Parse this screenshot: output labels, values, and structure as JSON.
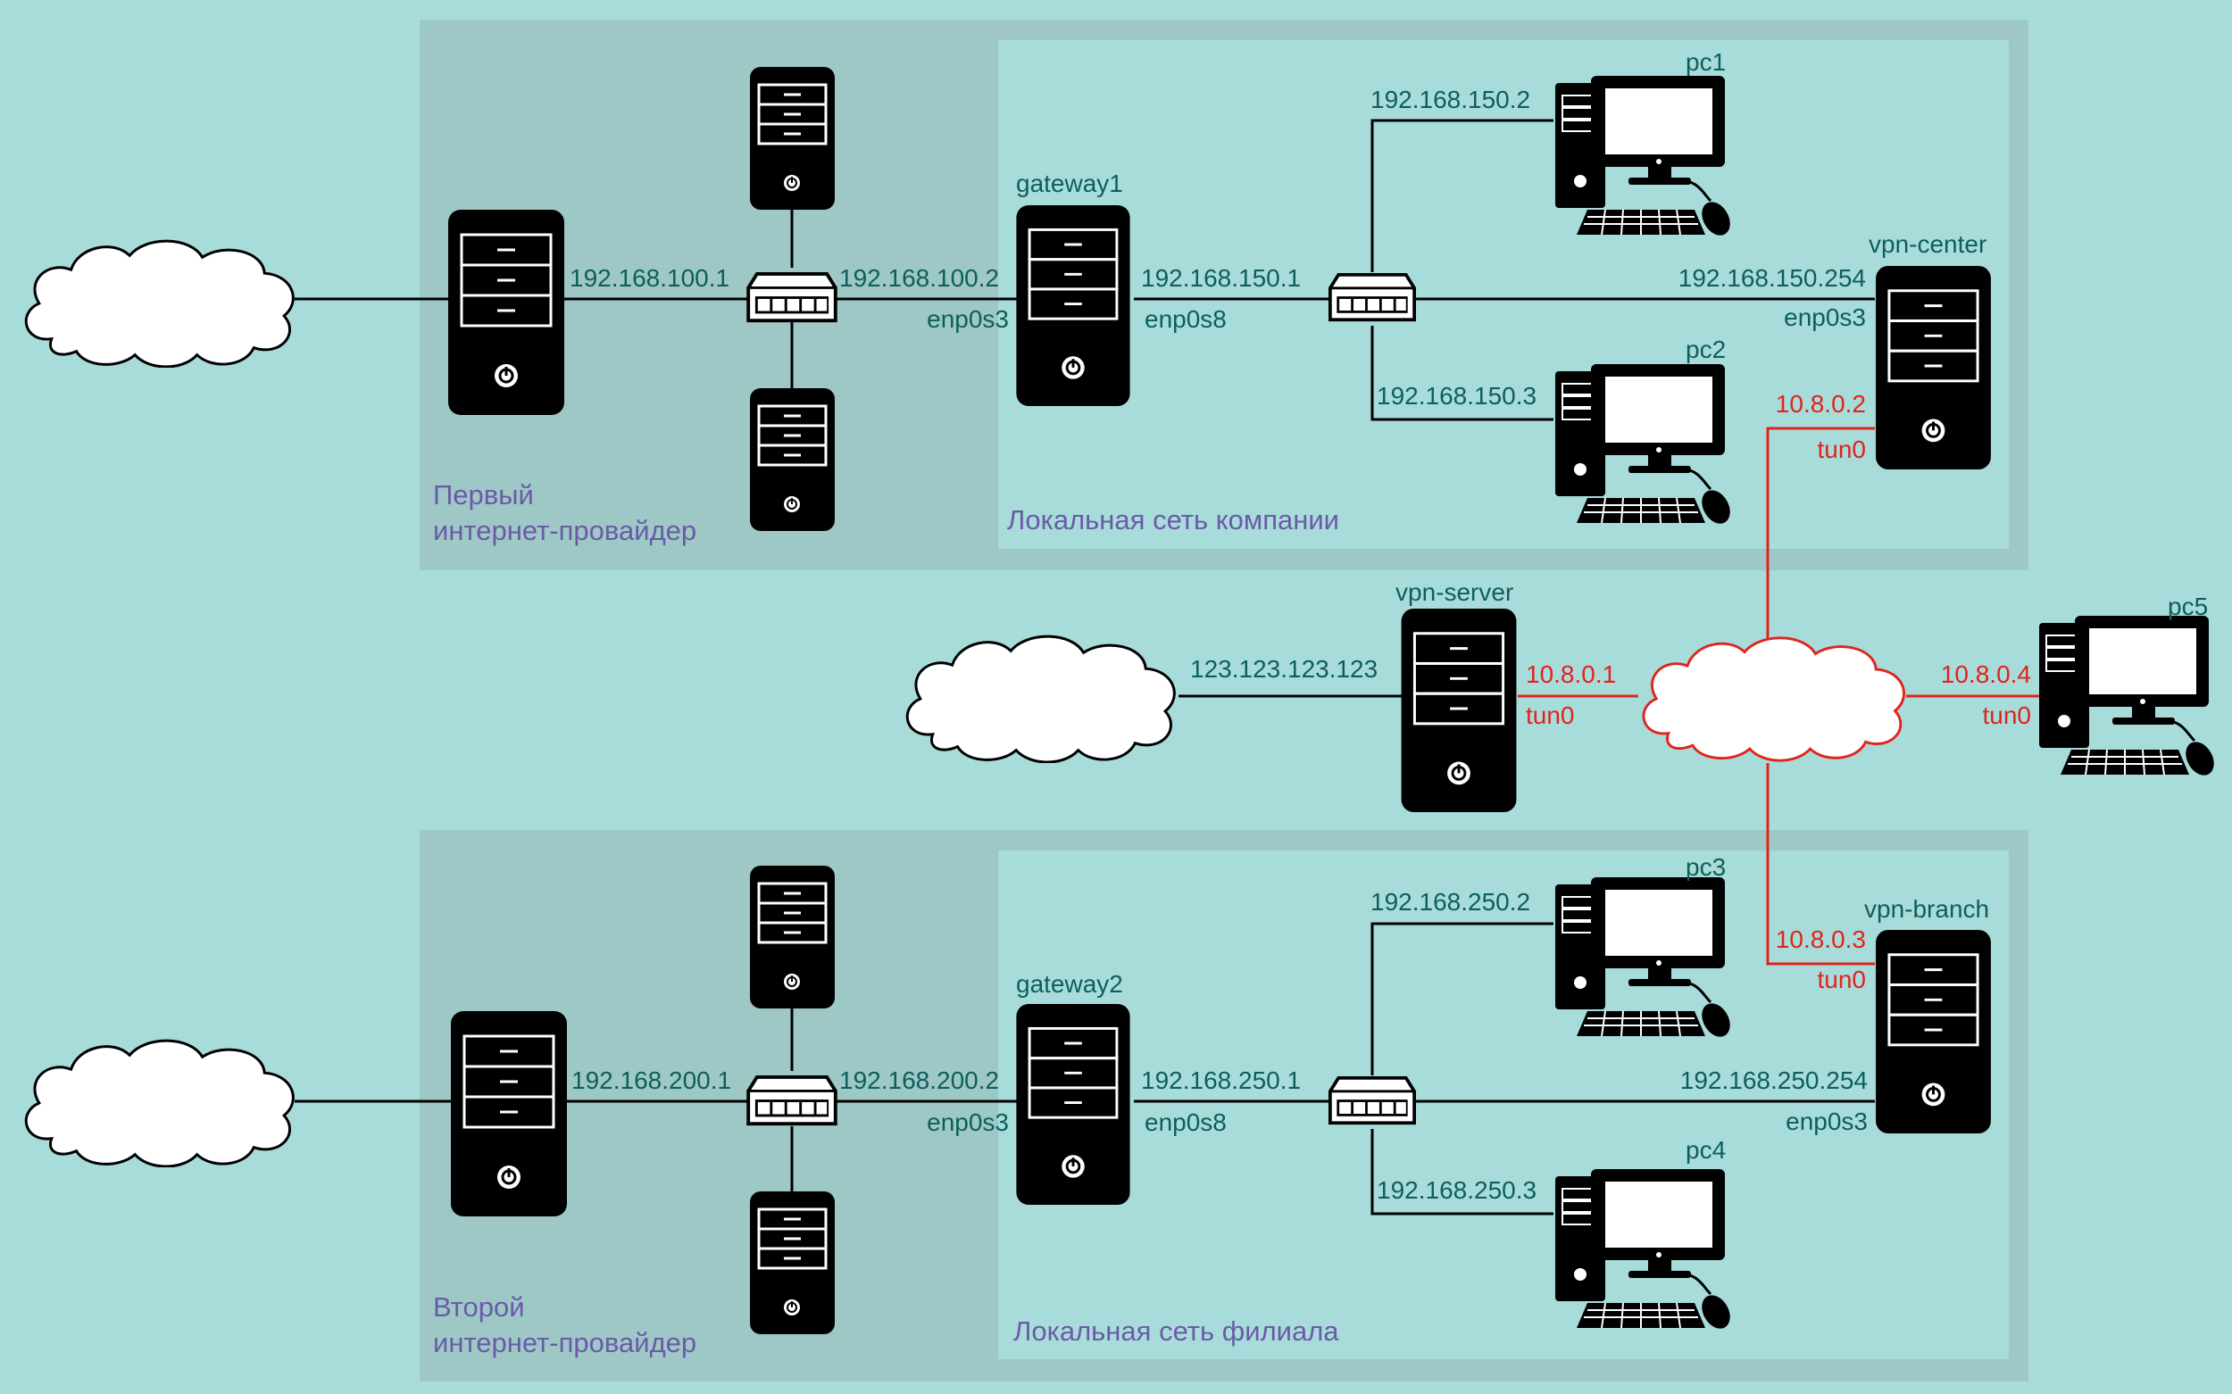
{
  "zones": {
    "isp1": "Первый\nинтернет-провайдер",
    "lan_company": "Локальная сеть компании",
    "isp2": "Второй\nинтернет-провайдер",
    "lan_branch": "Локальная сеть филиала"
  },
  "hosts": {
    "gateway1": "gateway1",
    "gateway2": "gateway2",
    "vpn_center": "vpn-center",
    "vpn_branch": "vpn-branch",
    "vpn_server": "vpn-server",
    "pc1": "pc1",
    "pc2": "pc2",
    "pc3": "pc3",
    "pc4": "pc4",
    "pc5": "pc5"
  },
  "addresses": {
    "isp1_router": "192.168.100.1",
    "gw1_ext": "192.168.100.2",
    "gw1_ext_if": "enp0s3",
    "gw1_int": "192.168.150.1",
    "gw1_int_if": "enp0s8",
    "pc1": "192.168.150.2",
    "pc2": "192.168.150.3",
    "vpn_center_lan": "192.168.150.254",
    "vpn_center_lan_if": "enp0s3",
    "vpn_center_tun": "10.8.0.2",
    "vpn_center_tun_if": "tun0",
    "vpn_server_ext": "123.123.123.123",
    "vpn_server_tun": "10.8.0.1",
    "vpn_server_tun_if": "tun0",
    "pc5_tun": "10.8.0.4",
    "pc5_tun_if": "tun0",
    "isp2_router": "192.168.200.1",
    "gw2_ext": "192.168.200.2",
    "gw2_ext_if": "enp0s3",
    "gw2_int": "192.168.250.1",
    "gw2_int_if": "enp0s8",
    "pc3": "192.168.250.2",
    "pc4": "192.168.250.3",
    "vpn_branch_tun": "10.8.0.3",
    "vpn_branch_tun_if": "tun0",
    "vpn_branch_lan": "192.168.250.254",
    "vpn_branch_lan_if": "enp0s3"
  },
  "colors": {
    "background": "#a8dcdb",
    "zone_outer": "#9ec8c6",
    "label_teal": "#0d5f5b",
    "vpn_red": "#e0241c",
    "zone_label_purple": "#6a5ba6"
  },
  "icons": {
    "cloud": "cloud-icon",
    "server": "server-tower-icon",
    "pc": "desktop-pc-icon",
    "switch": "network-switch-icon"
  }
}
